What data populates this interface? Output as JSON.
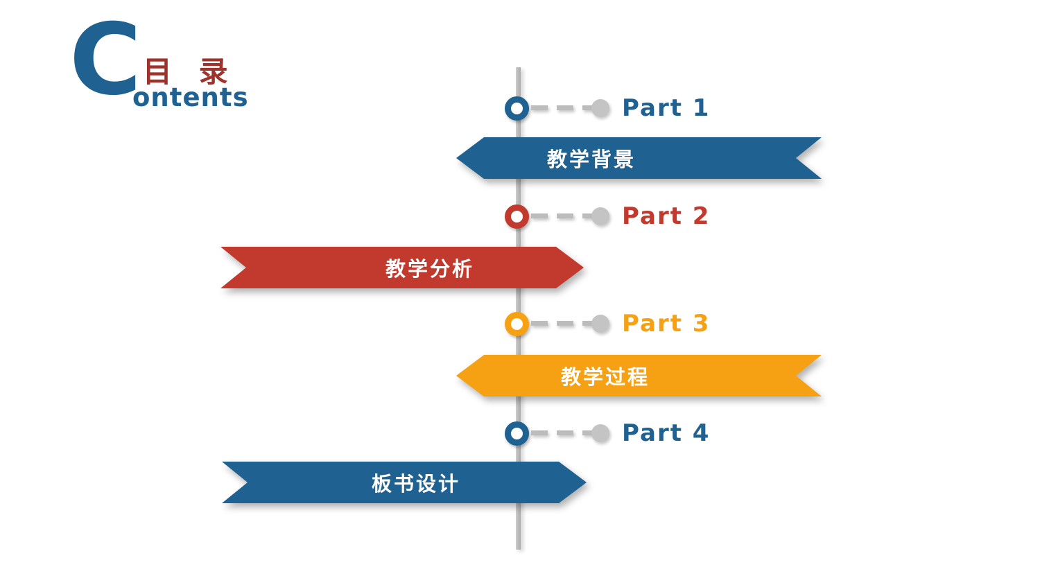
{
  "page": {
    "background": "#ffffff"
  },
  "header": {
    "big_letter": "C",
    "big_letter_color": "#1F6191",
    "cjk_title": "目 录",
    "cjk_title_color": "#A0322C",
    "latin_title": "ontents",
    "latin_title_color": "#1F6191"
  },
  "timeline": {
    "line_color": "#b5b5b5",
    "connector_color": "#c4c4c4",
    "items": [
      {
        "part": "Part 1",
        "label": "教学背景",
        "color": "#1F6191",
        "banner_side": "right-of-line",
        "point_direction": "left"
      },
      {
        "part": "Part 2",
        "label": "教学分析",
        "color": "#C23A2E",
        "banner_side": "left-of-line",
        "point_direction": "right"
      },
      {
        "part": "Part 3",
        "label": "教学过程",
        "color": "#F5A113",
        "banner_side": "right-of-line",
        "point_direction": "left"
      },
      {
        "part": "Part 4",
        "label": "板书设计",
        "color": "#1F6191",
        "banner_side": "left-of-line",
        "point_direction": "right"
      }
    ]
  }
}
